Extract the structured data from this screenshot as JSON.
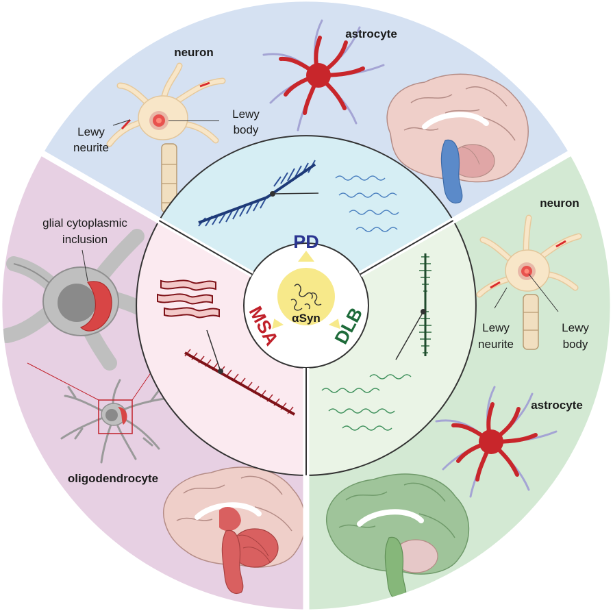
{
  "center": {
    "protein": "αSyn",
    "diseases": {
      "pd": "PD",
      "msa": "MSA",
      "dlb": "DLB"
    }
  },
  "pd_sector": {
    "cell_neuron": "neuron",
    "cell_astrocyte": "astrocyte",
    "lewy_neurite_line1": "Lewy",
    "lewy_neurite_line2": "neurite",
    "lewy_body_line1": "Lewy",
    "lewy_body_line2": "body"
  },
  "dlb_sector": {
    "cell_neuron": "neuron",
    "cell_astrocyte": "astrocyte",
    "lewy_neurite_line1": "Lewy",
    "lewy_neurite_line2": "neurite",
    "lewy_body_line1": "Lewy",
    "lewy_body_line2": "body"
  },
  "msa_sector": {
    "gci_line1": "glial cytoplasmic",
    "gci_line2": "inclusion",
    "cell_oligodendrocyte": "oligodendrocyte"
  },
  "colors": {
    "pd_outer": "#d5e1f2",
    "pd_inner": "#d6eef4",
    "dlb_outer": "#d3e9d3",
    "dlb_inner": "#eaf4e6",
    "msa_outer": "#e7d0e3",
    "msa_inner": "#fbeaf0",
    "center": "#ffffff",
    "pd_text": "#2b3591",
    "msa_text": "#c0202a",
    "dlb_text": "#1e6b3a",
    "lesion_red": "#d92b2b",
    "neuron_body": "#f8e6c8",
    "astro_red": "#c8262b",
    "brain_pink": "#efcfc9",
    "pd_fibril": "#2d4f96",
    "msa_fibril": "#a3202a",
    "dlb_fibril": "#2f6b40",
    "oligo_gray": "#bfbfbf"
  }
}
